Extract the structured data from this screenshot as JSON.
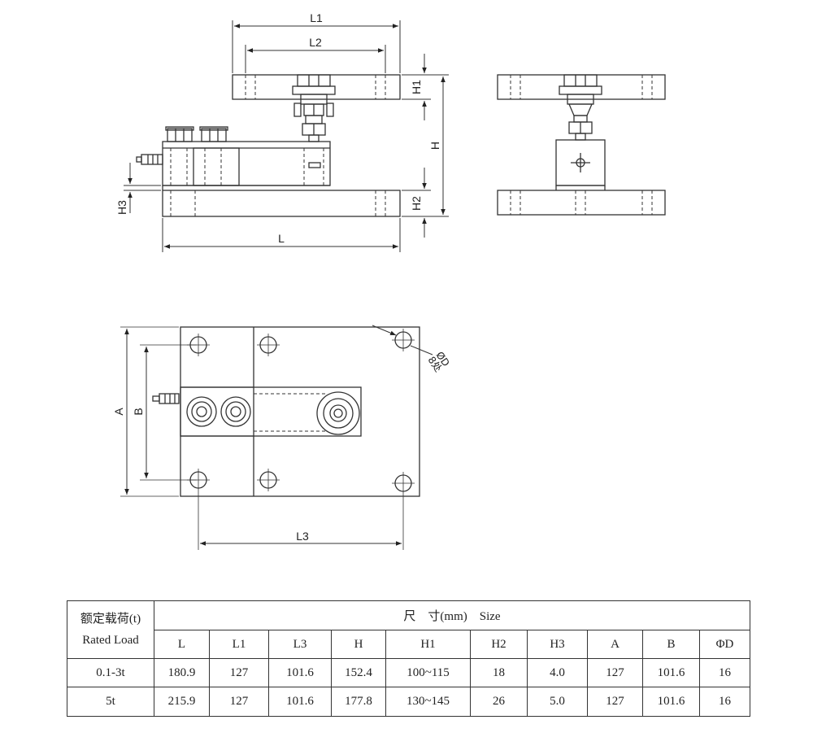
{
  "labels": {
    "L1": "L1",
    "L2": "L2",
    "L": "L",
    "L3": "L3",
    "H": "H",
    "H1": "H1",
    "H2": "H2",
    "H3": "H3",
    "A": "A",
    "B": "B",
    "phiD": "ØD",
    "holes": "8处"
  },
  "table": {
    "rated_load_cn": "额定载荷(t)",
    "rated_load_en": "Rated Load",
    "size_header": "尺　寸(mm)　Size",
    "columns": [
      "L",
      "L1",
      "L3",
      "H",
      "H1",
      "H2",
      "H3",
      "A",
      "B",
      "ΦD"
    ],
    "rows": [
      {
        "load": "0.1-3t",
        "values": [
          "180.9",
          "127",
          "101.6",
          "152.4",
          "100~115",
          "18",
          "4.0",
          "127",
          "101.6",
          "16"
        ]
      },
      {
        "load": "5t",
        "values": [
          "215.9",
          "127",
          "101.6",
          "177.8",
          "130~145",
          "26",
          "5.0",
          "127",
          "101.6",
          "16"
        ]
      }
    ]
  }
}
